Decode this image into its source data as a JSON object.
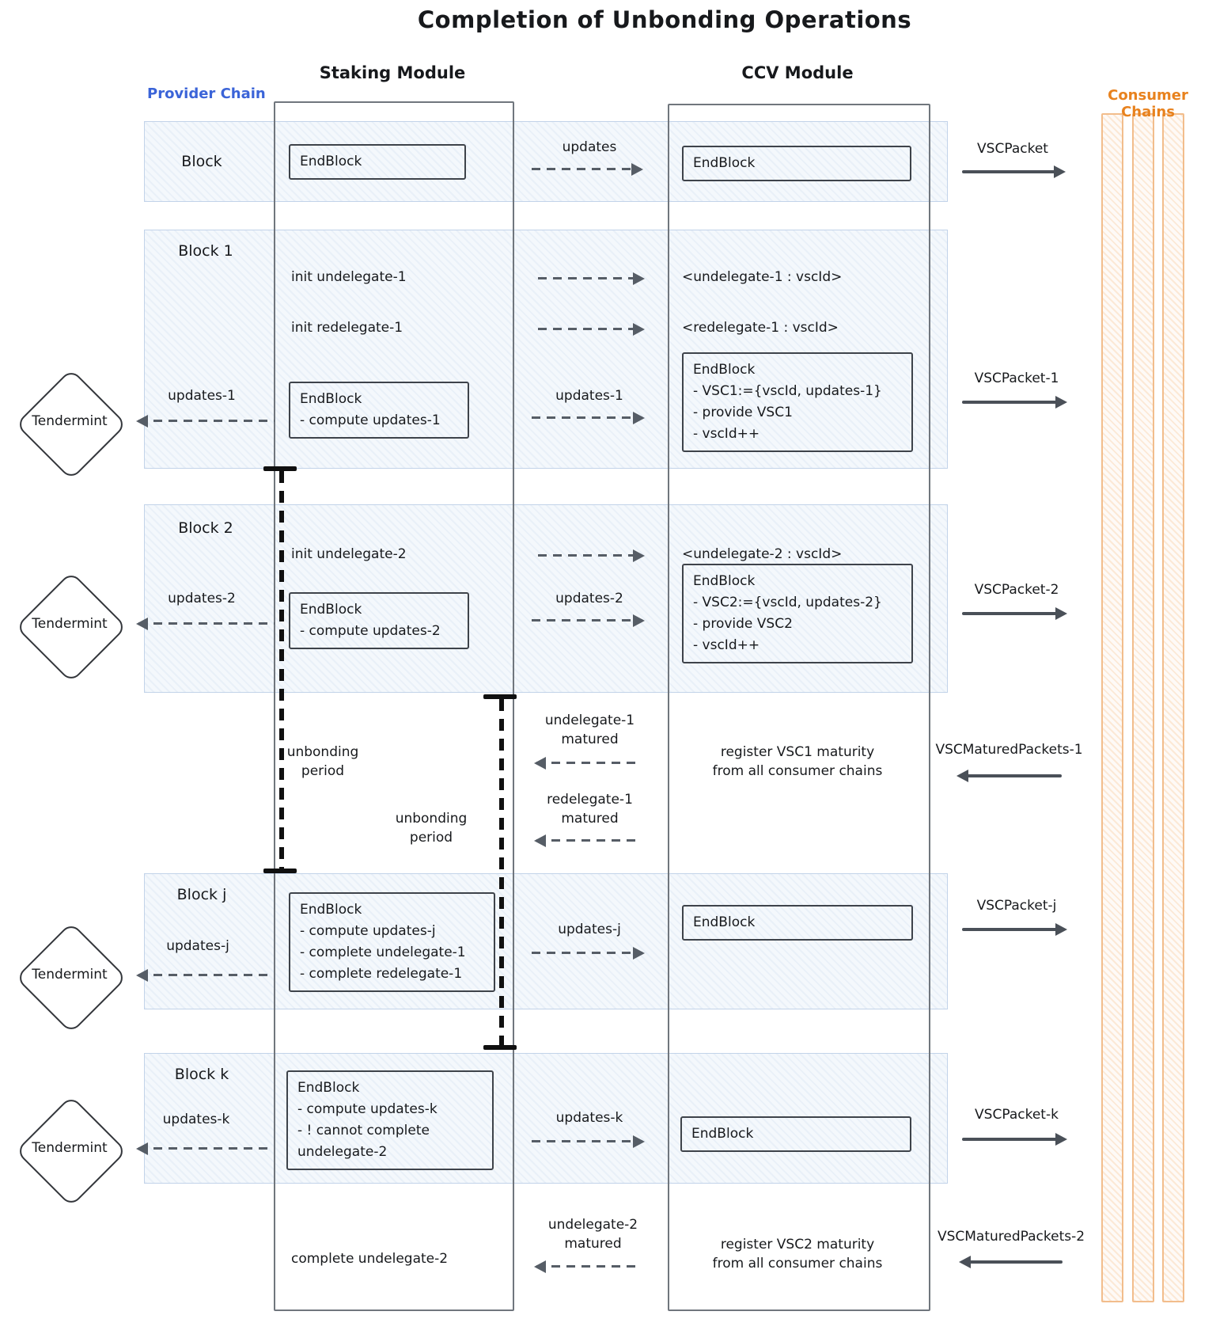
{
  "title": "Completion of Unbonding Operations",
  "headers": {
    "staking": "Staking Module",
    "ccv": "CCV Module",
    "provider": "Provider Chain",
    "consumer": "Consumer Chains"
  },
  "colors": {
    "provider_blue": "#3b64d8",
    "consumer_orange": "#e8821e",
    "band_blue": "#dce8f6",
    "consumer_bar_orange": "#f2bd8c",
    "arrow_gray": "#565d66",
    "ink": "#17191c"
  },
  "tendermint_label": "Tendermint",
  "unbonding": {
    "line1": "unbonding",
    "line2": "period"
  },
  "block0": {
    "label": "Block",
    "staking_endblock": "EndBlock",
    "updates": "updates",
    "ccv_endblock": "EndBlock",
    "packet": "VSCPacket"
  },
  "block1": {
    "label": "Block 1",
    "init_undelegate": "init undelegate-1",
    "map_undelegate": "<undelegate-1 : vscId>",
    "init_redelegate": "init redelegate-1",
    "map_redelegate": "<redelegate-1 : vscId>",
    "endblock_lines": [
      "EndBlock",
      "- compute updates-1"
    ],
    "updates_left": "updates-1",
    "updates_right": "updates-1",
    "ccv_endblock_lines": [
      "EndBlock",
      "- VSC1:={vscId, updates-1}",
      "- provide VSC1",
      "- vscId++"
    ],
    "packet": "VSCPacket-1"
  },
  "block2": {
    "label": "Block 2",
    "init_undelegate": "init undelegate-2",
    "map_undelegate": "<undelegate-2 : vscId>",
    "endblock_lines": [
      "EndBlock",
      "- compute updates-2"
    ],
    "updates_left": "updates-2",
    "updates_right": "updates-2",
    "ccv_endblock_lines": [
      "EndBlock",
      "- VSC2:={vscId, updates-2}",
      "- provide VSC2",
      "- vscId++"
    ],
    "packet": "VSCPacket-2"
  },
  "maturity1": {
    "undelegate_matured": [
      "undelegate-1",
      "matured"
    ],
    "redelegate_matured": [
      "redelegate-1",
      "matured"
    ],
    "register": [
      "register VSC1 maturity",
      "from all consumer chains"
    ],
    "packet": "VSCMaturedPackets-1"
  },
  "blockj": {
    "label": "Block j",
    "updates_left": "updates-j",
    "endblock_lines": [
      "EndBlock",
      "- compute updates-j",
      "- complete undelegate-1",
      "- complete redelegate-1"
    ],
    "updates_right": "updates-j",
    "ccv_endblock": "EndBlock",
    "packet": "VSCPacket-j"
  },
  "blockk": {
    "label": "Block k",
    "updates_left": "updates-k",
    "endblock_lines": [
      "EndBlock",
      "- compute updates-k",
      "- ! cannot complete",
      "undelegate-2"
    ],
    "updates_right": "updates-k",
    "ccv_endblock": "EndBlock",
    "packet": "VSCPacket-k"
  },
  "final": {
    "complete_undelegate": "complete undelegate-2",
    "undelegate_matured": [
      "undelegate-2",
      "matured"
    ],
    "register": [
      "register VSC2 maturity",
      "from all consumer chains"
    ],
    "packet": "VSCMaturedPackets-2"
  }
}
